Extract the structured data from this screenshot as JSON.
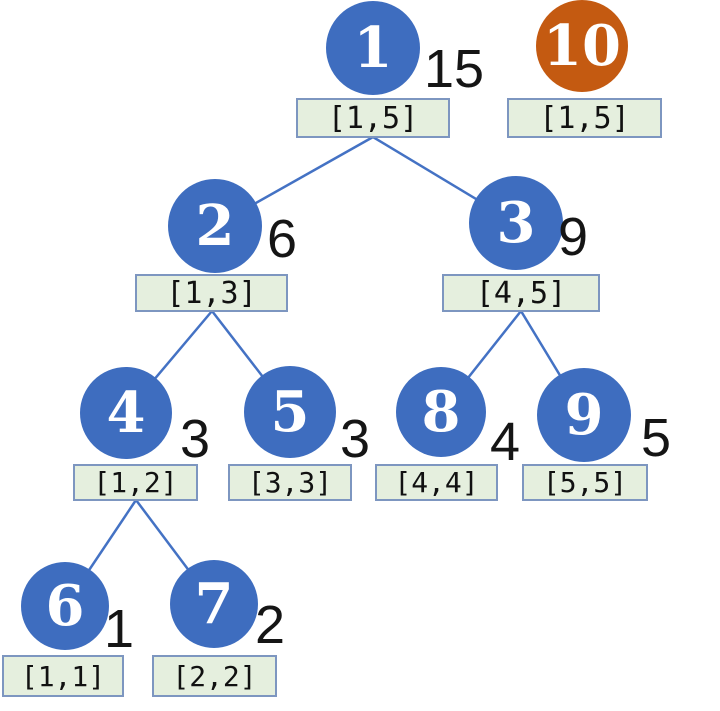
{
  "colors": {
    "node_blue": "#3e6dbf",
    "node_orange": "#c45a11",
    "box_fill": "#e5efde",
    "box_border": "#7d96c0",
    "edge": "#4472c4",
    "value_color": "#151515",
    "node_text": "#ffffff"
  },
  "diagram": {
    "type": "segment-tree",
    "nodes": [
      {
        "id": "1",
        "label": "1",
        "value": "15",
        "range": "[1,5]",
        "variant": "blue"
      },
      {
        "id": "10",
        "label": "10",
        "value": "",
        "range": "[1,5]",
        "variant": "orange"
      },
      {
        "id": "2",
        "label": "2",
        "value": "6",
        "range": "[1,3]",
        "variant": "blue"
      },
      {
        "id": "3",
        "label": "3",
        "value": "9",
        "range": "[4,5]",
        "variant": "blue"
      },
      {
        "id": "4",
        "label": "4",
        "value": "3",
        "range": "[1,2]",
        "variant": "blue"
      },
      {
        "id": "5",
        "label": "5",
        "value": "3",
        "range": "[3,3]",
        "variant": "blue"
      },
      {
        "id": "8",
        "label": "8",
        "value": "4",
        "range": "[4,4]",
        "variant": "blue"
      },
      {
        "id": "9",
        "label": "9",
        "value": "5",
        "range": "[5,5]",
        "variant": "blue"
      },
      {
        "id": "6",
        "label": "6",
        "value": "1",
        "range": "[1,1]",
        "variant": "blue"
      },
      {
        "id": "7",
        "label": "7",
        "value": "2",
        "range": "[2,2]",
        "variant": "blue"
      }
    ],
    "edges": [
      {
        "from": "1",
        "to": "2"
      },
      {
        "from": "1",
        "to": "3"
      },
      {
        "from": "2",
        "to": "4"
      },
      {
        "from": "2",
        "to": "5"
      },
      {
        "from": "3",
        "to": "8"
      },
      {
        "from": "3",
        "to": "9"
      },
      {
        "from": "4",
        "to": "6"
      },
      {
        "from": "4",
        "to": "7"
      }
    ]
  }
}
